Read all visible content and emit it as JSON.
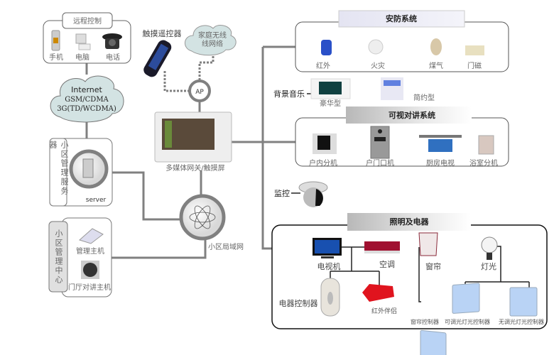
{
  "remote_control": {
    "title": "远程控制",
    "items": [
      "手机",
      "电脑",
      "电话"
    ]
  },
  "internet_cloud": {
    "lines": [
      "Internet",
      "GSM/CDMA",
      "3G(TD/WCDMA)"
    ]
  },
  "server_group": {
    "tab": "小区管理服务器",
    "label": "server"
  },
  "management_center": {
    "tab": "小区管理中心",
    "items": [
      "管理主机",
      "门厅对讲主机"
    ]
  },
  "lan": {
    "label": "小区局域网"
  },
  "touch_remote": {
    "label": "触摸遥控器"
  },
  "home_wifi": {
    "lines": [
      "家庭无线",
      "线网络"
    ]
  },
  "ap": {
    "label": "AP"
  },
  "gateway": {
    "label": "多媒体网关/触摸屏"
  },
  "security": {
    "title": "安防系统",
    "items": [
      "红外",
      "火灾",
      "煤气",
      "门磁"
    ]
  },
  "background_music": {
    "label": "背景音乐",
    "items": [
      "豪华型",
      "简约型"
    ]
  },
  "intercom": {
    "title": "可视对讲系统",
    "items": [
      "户内分机",
      "户门口机",
      "厨房电视",
      "浴室分机"
    ]
  },
  "monitoring": {
    "label": "监控"
  },
  "lighting": {
    "title": "照明及电器",
    "items": [
      "电视机",
      "空调",
      "电器控制器",
      "红外伴侣",
      "窗帘",
      "灯光",
      "窗帘控制器",
      "可调光灯光控制器",
      "无调光灯光控制器"
    ]
  },
  "colors": {
    "line": "#808080",
    "cloud": "#d3e3e3",
    "panel": "#b9d3f5",
    "red": "#e0141e"
  }
}
